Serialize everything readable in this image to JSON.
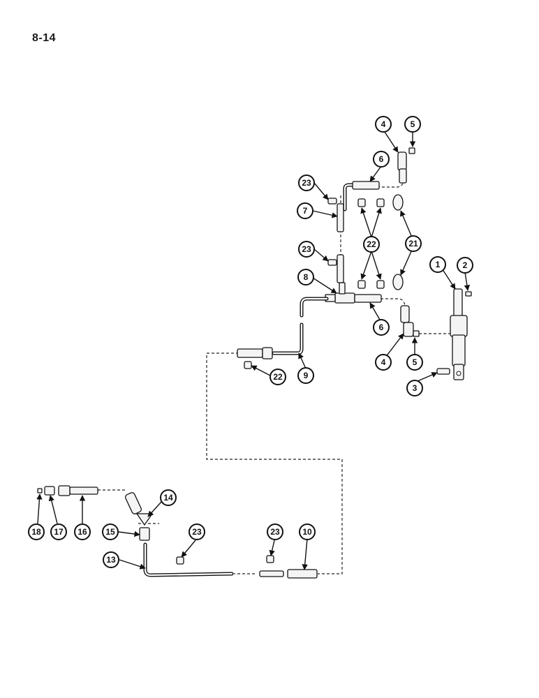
{
  "page": {
    "number": "8-14"
  },
  "callouts": {
    "c1": "1",
    "c2": "2",
    "c3": "3",
    "c4a": "4",
    "c4b": "4",
    "c5a": "5",
    "c5b": "5",
    "c6a": "6",
    "c6b": "6",
    "c7": "7",
    "c8": "8",
    "c9": "9",
    "c10": "10",
    "c13": "13",
    "c14": "14",
    "c15": "15",
    "c16": "16",
    "c17": "17",
    "c18": "18",
    "c21": "21",
    "c22a": "22",
    "c22b": "22",
    "c23a": "23",
    "c23b": "23",
    "c23c": "23",
    "c23d": "23"
  },
  "colors": {
    "ink": "#111111",
    "paper": "#ffffff"
  }
}
